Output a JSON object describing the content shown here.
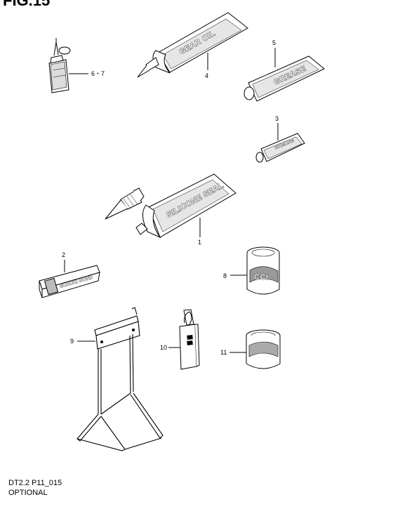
{
  "figure": {
    "title": "FIG.15",
    "code": "DT2.2 P11_015",
    "note": "OPTIONAL"
  },
  "tube_labels": {
    "gear_oil": "GEAR OIL",
    "grease_5": "GREASE",
    "grease_3": "GREASE",
    "silicone_seal": "SILICONE SEAL",
    "bond": "SUZUKI BOND",
    "can_logo": "CCI"
  },
  "callouts": {
    "p1": "1",
    "p2": "2",
    "p3": "3",
    "p4": "4",
    "p5": "5",
    "p67": "6・7",
    "p8": "8",
    "p9": "9",
    "p10": "10",
    "p11": "11"
  }
}
